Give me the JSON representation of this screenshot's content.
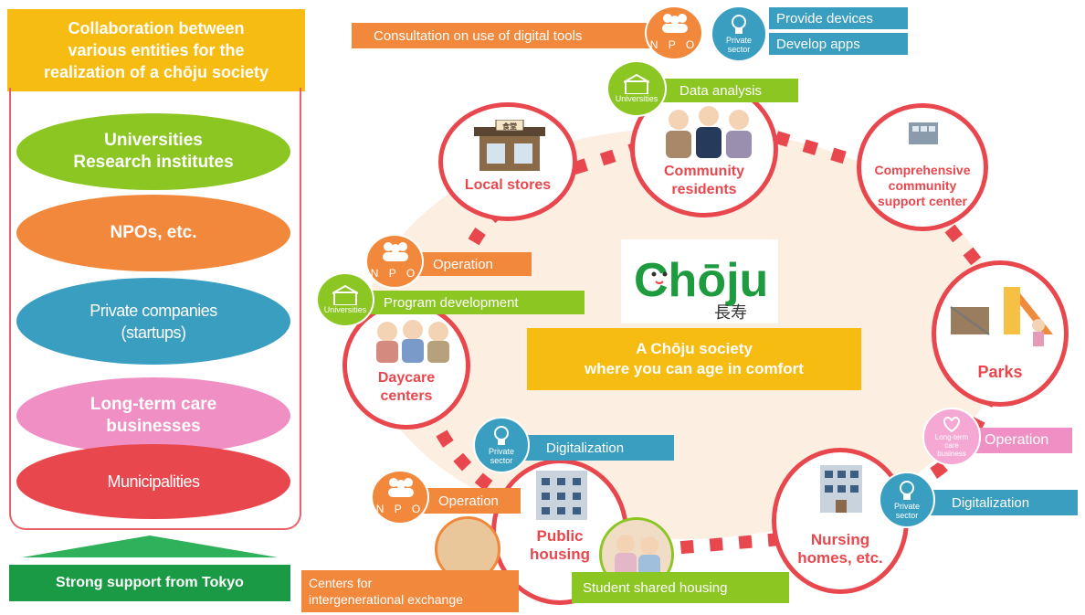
{
  "left": {
    "header": [
      "Collaboration between",
      "various entities for the",
      "realization of a chōju society"
    ],
    "entities": [
      [
        "Universities",
        "Research institutes"
      ],
      [
        "NPOs, etc."
      ],
      [
        "Private companies",
        "(startups)"
      ],
      [
        "Long-term care",
        "businesses"
      ],
      [
        "Municipalities"
      ]
    ],
    "support": "Strong support from Tokyo"
  },
  "center": {
    "logo_text": "Chōju",
    "logo_kanji": "長寿",
    "title": [
      "A Chōju society",
      "where you can age in comfort"
    ]
  },
  "nodes": {
    "community": [
      "Community",
      "residents"
    ],
    "local_stores": [
      "Local stores"
    ],
    "support_center": [
      "Comprehensive",
      "community",
      "support center"
    ],
    "daycare": [
      "Daycare",
      "centers"
    ],
    "parks": [
      "Parks"
    ],
    "public_housing": [
      "Public",
      "housing"
    ],
    "nursing": [
      "Nursing",
      "homes, etc."
    ]
  },
  "icon_labels": {
    "store_sign": "食堂"
  },
  "tags": {
    "consultation": "Consultation on use of digital tools",
    "provide_devices": "Provide devices",
    "develop_apps": "Develop apps",
    "data_analysis": "Data analysis",
    "operation_daycare": "Operation",
    "program_dev": "Program development",
    "digitalization_housing": "Digitalization",
    "operation_housing": "Operation",
    "centers_exchange": [
      "Centers for",
      "intergenerational exchange"
    ],
    "student_housing": "Student shared housing",
    "operation_care": "Operation",
    "digitalization_nursing": "Digitalization"
  },
  "badges": {
    "npo": "N P O",
    "universities": "Universities",
    "private": [
      "Private",
      "sector"
    ],
    "care": [
      "Long-term",
      "care",
      "business"
    ]
  },
  "colors": {
    "yellow": "#f7bc11",
    "red": "#e8474e",
    "orange": "#f2883c",
    "green": "#8cc623",
    "blue": "#3a9ec1",
    "pink": "#f08fc3",
    "dark_green": "#1a9a44"
  }
}
